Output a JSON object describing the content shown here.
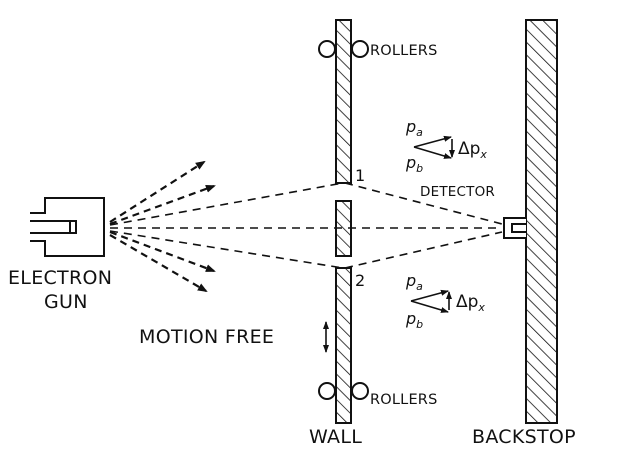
{
  "labels": {
    "electron_gun_line1": "ELECTRON",
    "electron_gun_line2": "GUN",
    "rollers_top": "ROLLERS",
    "rollers_bottom": "ROLLERS",
    "wall": "WALL",
    "backstop": "BACKSTOP",
    "detector": "DETECTOR",
    "motion_free": "MOTION FREE",
    "hole_1": "1",
    "hole_2": "2"
  },
  "momentum_upper": {
    "pa": "p",
    "pa_sub": "a",
    "pb": "p",
    "pb_sub": "b",
    "delta": "Δp",
    "delta_sub": "x"
  },
  "momentum_lower": {
    "pa": "p",
    "pa_sub": "a",
    "pb": "p",
    "pb_sub": "b",
    "delta": "Δp",
    "delta_sub": "x"
  },
  "colors": {
    "ink": "#111111",
    "background": "#ffffff"
  }
}
